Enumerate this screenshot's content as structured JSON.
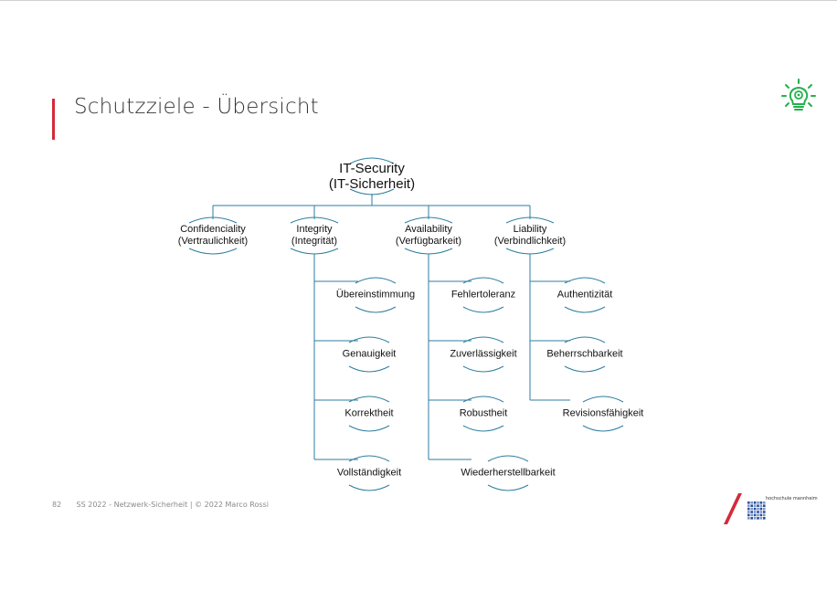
{
  "slide": {
    "title": "Schutzziele - Übersicht",
    "page_number": "82",
    "footer": "SS 2022 - Netzwerk-Sicherheit | © 2022 Marco Rossi",
    "logo_text": "hochschule mannheim",
    "accent_color": "#d42a3a",
    "icon_color": "#22b14c",
    "line_color": "#2e7ea0"
  },
  "tree": {
    "root": {
      "line1": "IT-Security",
      "line2": "(IT-Sicherheit)"
    },
    "branches": [
      {
        "line1": "Confidenciality",
        "line2": "(Vertraulichkeit)",
        "children": []
      },
      {
        "line1": "Integrity",
        "line2": "(Integrität)",
        "children": [
          "Übereinstimmung",
          "Genauigkeit",
          "Korrektheit",
          "Vollständigkeit"
        ]
      },
      {
        "line1": "Availability",
        "line2": "(Verfügbarkeit)",
        "children": [
          "Fehlertoleranz",
          "Zuverlässigkeit",
          "Robustheit",
          "Wiederherstellbarkeit"
        ]
      },
      {
        "line1": "Liability",
        "line2": "(Verbindlichkeit)",
        "children": [
          "Authentizität",
          "Beherrschbarkeit",
          "Revisionsfähigkeit"
        ]
      }
    ]
  }
}
